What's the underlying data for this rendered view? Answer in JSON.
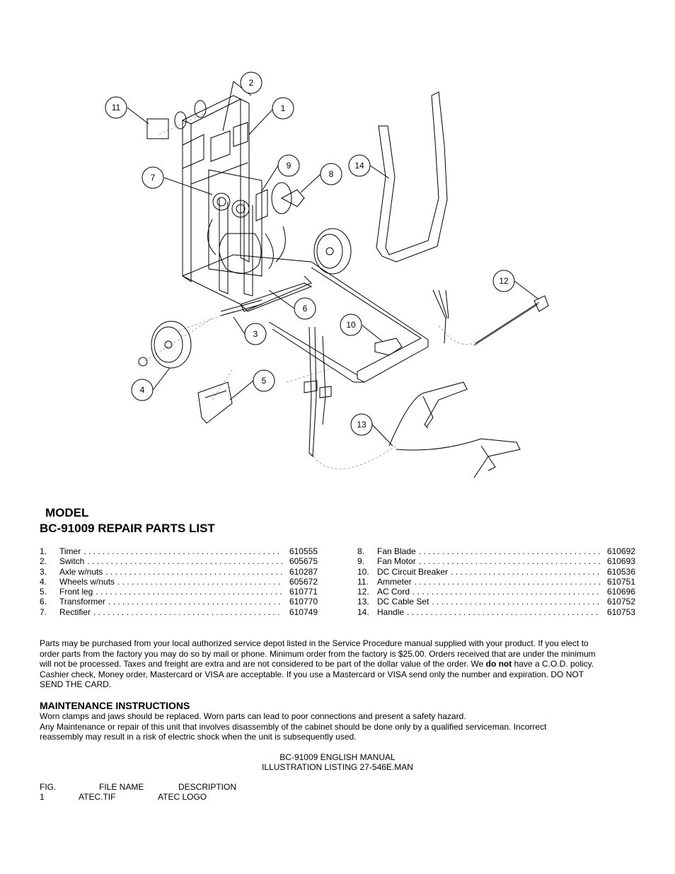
{
  "diagram": {
    "callouts": [
      "1",
      "2",
      "3",
      "4",
      "5",
      "6",
      "7",
      "8",
      "9",
      "10",
      "11",
      "12",
      "13",
      "14"
    ]
  },
  "title_line1": "MODEL",
  "title_line2": "BC-91009 REPAIR PARTS LIST",
  "parts_left": [
    {
      "num": "1.",
      "name": "Timer",
      "part": "610555"
    },
    {
      "num": "2.",
      "name": "Switch",
      "part": "605675"
    },
    {
      "num": "3.",
      "name": "Axle w/nuts",
      "part": "610287"
    },
    {
      "num": "4.",
      "name": "Wheels w/nuts",
      "part": "605672"
    },
    {
      "num": "5.",
      "name": "Front leg",
      "part": "610771"
    },
    {
      "num": "6.",
      "name": "Transformer",
      "part": "610770"
    },
    {
      "num": "7.",
      "name": "Rectifier",
      "part": "610749"
    }
  ],
  "parts_right": [
    {
      "num": "8.",
      "name": "Fan Blade",
      "part": "610692"
    },
    {
      "num": "9.",
      "name": "Fan Motor",
      "part": "610693"
    },
    {
      "num": "10.",
      "name": "DC Circuit Breaker",
      "part": "610536"
    },
    {
      "num": "11.",
      "name": "Ammeter",
      "part": "610751"
    },
    {
      "num": "12.",
      "name": "AC Cord",
      "part": "610696"
    },
    {
      "num": "13.",
      "name": "DC Cable Set",
      "part": "610752"
    },
    {
      "num": "14.",
      "name": "Handle",
      "part": "610753"
    }
  ],
  "ordering": {
    "text1": "Parts may be purchased from your local authorized service depot listed in the Service Procedure manual supplied with your product.  If you elect to order parts from the factory you may do so by mail or phone.  Minimum order from the factory is $25.00.  Orders received that are under the minimum will not be processed.  Taxes and freight are extra and are not considered to be part of the dollar value of the order.  We ",
    "bold": "do not",
    "text2": " have a C.O.D. policy.  Cashier check, Money order, Mastercard or VISA are acceptable.  If you use a Mastercard or VISA send only the number and expiration.  DO NOT SEND THE CARD."
  },
  "maintenance": {
    "heading": "MAINTENANCE INSTRUCTIONS",
    "line1": "Worn clamps and jaws should be replaced.  Worn parts can lead to poor connections and present a safety hazard.",
    "line2": "Any Maintenance or repair of this unit that involves disassembly of the cabinet should be done only by a qualified serviceman.  Incorrect reassembly may result in a risk of electric shock when the unit is subsequently used."
  },
  "footer": {
    "line1": "BC-91009 ENGLISH MANUAL",
    "line2": "ILLUSTRATION LISTING 27-546E.MAN"
  },
  "listing": {
    "headers": [
      "FIG.",
      "FILE NAME",
      "DESCRIPTION"
    ],
    "row": [
      "1",
      "ATEC.TIF",
      "ATEC LOGO"
    ]
  }
}
